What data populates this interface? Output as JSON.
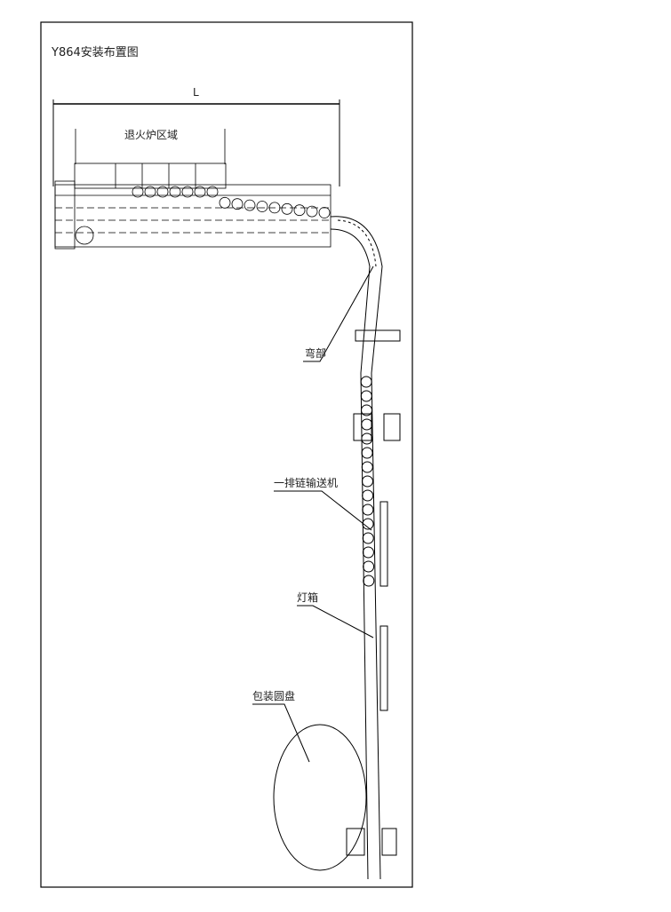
{
  "drawing": {
    "title": "Y864安装布置图",
    "dimension_label": "L",
    "labels": {
      "annealing_zone": "退火炉区域",
      "bend": "弯部",
      "conveyor": "一排链输送机",
      "light_box": "灯箱",
      "packing_turntable": "包装圆盘"
    }
  }
}
